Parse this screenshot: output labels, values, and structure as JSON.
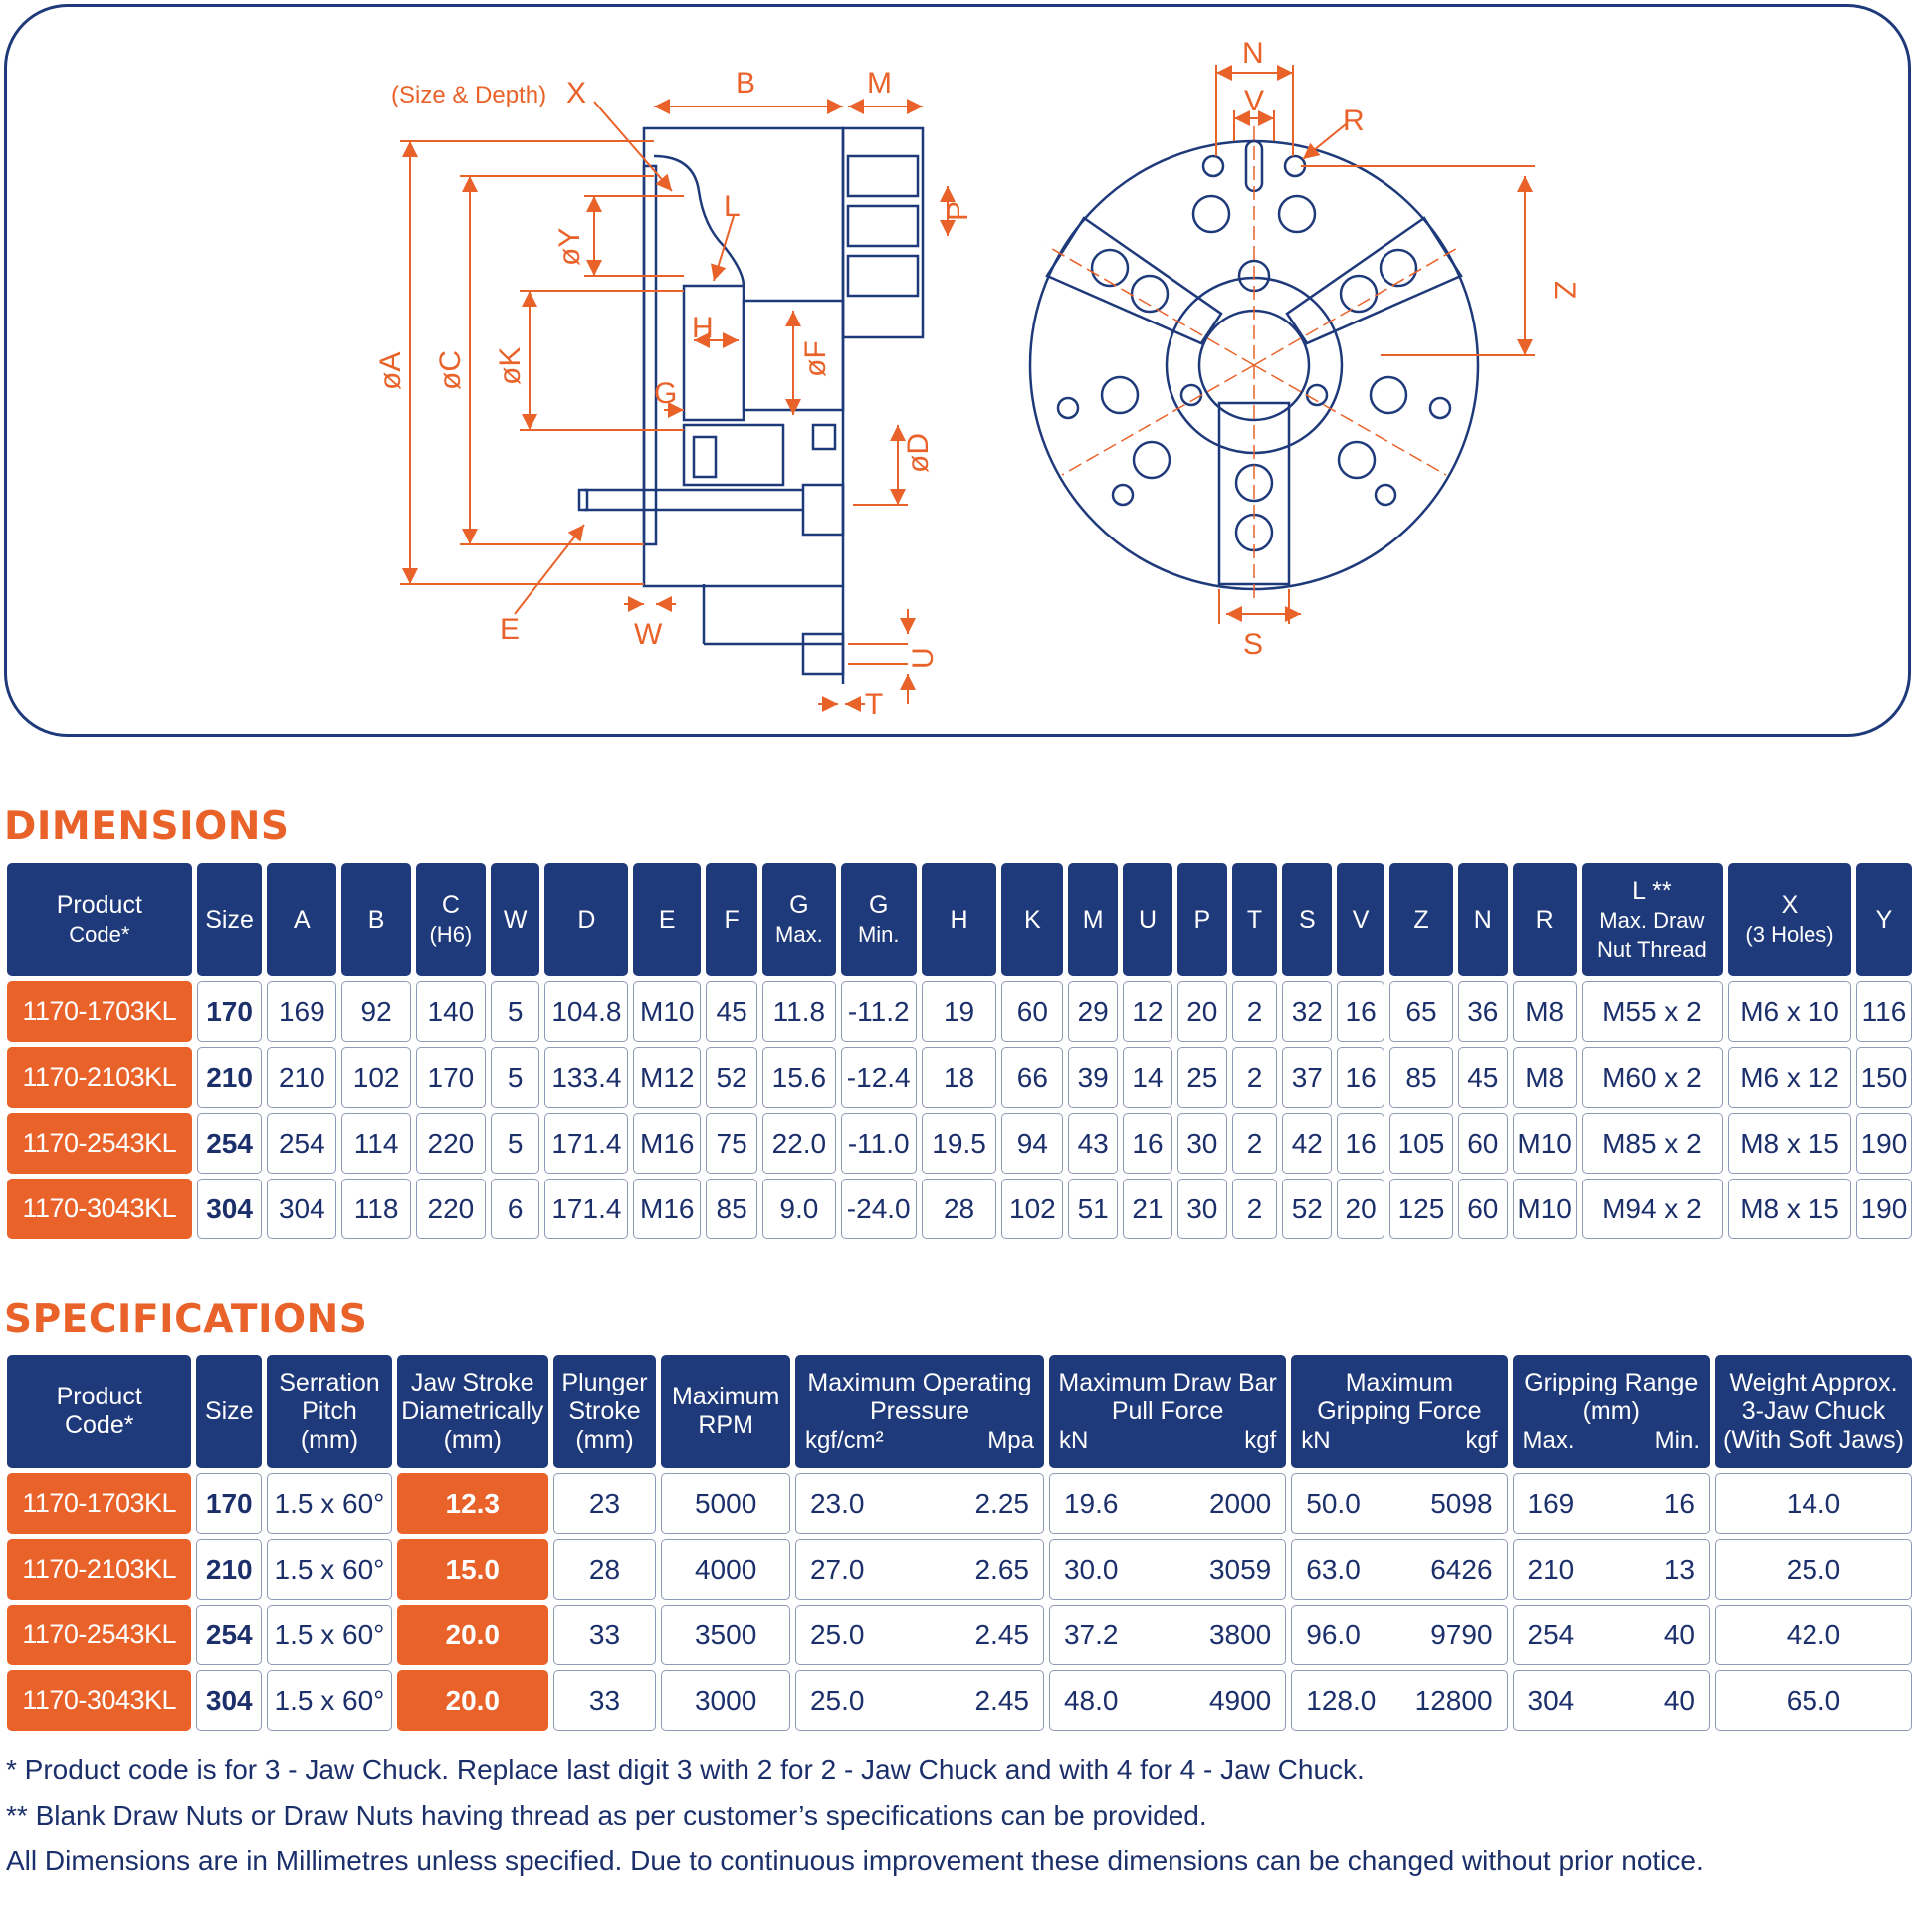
{
  "drawing": {
    "labels": {
      "size_depth": "(Size & Depth)",
      "X": "X",
      "B": "B",
      "M": "M",
      "L": "L",
      "P": "P",
      "Y": "øY",
      "A": "øA",
      "C": "øC",
      "K": "øK",
      "H": "H",
      "F": "øF",
      "G": "G",
      "D": "øD",
      "E": "E",
      "W": "W",
      "U": "U",
      "T": "T",
      "N": "N",
      "V": "V",
      "R": "R",
      "Z": "Z",
      "S": "S"
    }
  },
  "dimensions": {
    "title": "DIMENSIONS",
    "headers": [
      {
        "l1": "Product",
        "l2": "Code*"
      },
      {
        "l1": "Size",
        "l2": ""
      },
      {
        "l1": "A",
        "l2": ""
      },
      {
        "l1": "B",
        "l2": ""
      },
      {
        "l1": "C",
        "l2": "(H6)"
      },
      {
        "l1": "W",
        "l2": ""
      },
      {
        "l1": "D",
        "l2": ""
      },
      {
        "l1": "E",
        "l2": ""
      },
      {
        "l1": "F",
        "l2": ""
      },
      {
        "l1": "G",
        "l2": "Max."
      },
      {
        "l1": "G",
        "l2": "Min."
      },
      {
        "l1": "H",
        "l2": ""
      },
      {
        "l1": "K",
        "l2": ""
      },
      {
        "l1": "M",
        "l2": ""
      },
      {
        "l1": "U",
        "l2": ""
      },
      {
        "l1": "P",
        "l2": ""
      },
      {
        "l1": "T",
        "l2": ""
      },
      {
        "l1": "S",
        "l2": ""
      },
      {
        "l1": "V",
        "l2": ""
      },
      {
        "l1": "Z",
        "l2": ""
      },
      {
        "l1": "N",
        "l2": ""
      },
      {
        "l1": "R",
        "l2": ""
      },
      {
        "l1": "L **",
        "l2": "Max. Draw",
        "l3": "Nut Thread"
      },
      {
        "l1": "X",
        "l2": "(3 Holes)"
      },
      {
        "l1": "Y",
        "l2": ""
      }
    ],
    "rows": [
      [
        "1170-1703KL",
        "170",
        "169",
        "92",
        "140",
        "5",
        "104.8",
        "M10",
        "45",
        "11.8",
        "-11.2",
        "19",
        "60",
        "29",
        "12",
        "20",
        "2",
        "32",
        "16",
        "65",
        "36",
        "M8",
        "M55 x 2",
        "M6 x 10",
        "116"
      ],
      [
        "1170-2103KL",
        "210",
        "210",
        "102",
        "170",
        "5",
        "133.4",
        "M12",
        "52",
        "15.6",
        "-12.4",
        "18",
        "66",
        "39",
        "14",
        "25",
        "2",
        "37",
        "16",
        "85",
        "45",
        "M8",
        "M60 x 2",
        "M6 x 12",
        "150"
      ],
      [
        "1170-2543KL",
        "254",
        "254",
        "114",
        "220",
        "5",
        "171.4",
        "M16",
        "75",
        "22.0",
        "-11.0",
        "19.5",
        "94",
        "43",
        "16",
        "30",
        "2",
        "42",
        "16",
        "105",
        "60",
        "M10",
        "M85 x 2",
        "M8 x 15",
        "190"
      ],
      [
        "1170-3043KL",
        "304",
        "304",
        "118",
        "220",
        "6",
        "171.4",
        "M16",
        "85",
        "9.0",
        "-24.0",
        "28",
        "102",
        "51",
        "21",
        "30",
        "2",
        "52",
        "20",
        "125",
        "60",
        "M10",
        "M94 x 2",
        "M8 x 15",
        "190"
      ]
    ]
  },
  "specifications": {
    "title": "SPECIFICATIONS",
    "headers": {
      "code": {
        "l1": "Product",
        "l2": "Code*"
      },
      "size": "Size",
      "pitch": {
        "l1": "Serration",
        "l2": "Pitch",
        "l3": "(mm)"
      },
      "stroke": {
        "l1": "Jaw Stroke",
        "l2": "Diametrically",
        "l3": "(mm)"
      },
      "plunger": {
        "l1": "Plunger",
        "l2": "Stroke",
        "l3": "(mm)"
      },
      "rpm": {
        "l1": "Maximum",
        "l2": "RPM"
      },
      "pressure": {
        "l1": "Maximum Operating",
        "l2": "Pressure",
        "u1": "kgf/cm²",
        "u2": "Mpa"
      },
      "pull": {
        "l1": "Maximum Draw Bar",
        "l2": "Pull Force",
        "u1": "kN",
        "u2": "kgf"
      },
      "grip": {
        "l1": "Maximum",
        "l2": "Gripping Force",
        "u1": "kN",
        "u2": "kgf"
      },
      "range": {
        "l1": "Gripping Range",
        "l2": "(mm)",
        "u1": "Max.",
        "u2": "Min."
      },
      "weight": {
        "l1": "Weight Approx.",
        "l2": "3-Jaw Chuck",
        "l3": "(With Soft Jaws)"
      }
    },
    "rows": [
      {
        "code": "1170-1703KL",
        "size": "170",
        "pitch": "1.5 x 60°",
        "stroke": "12.3",
        "plunger": "23",
        "rpm": "5000",
        "p1": "23.0",
        "p2": "2.25",
        "f1": "19.6",
        "f2": "2000",
        "g1": "50.0",
        "g2": "5098",
        "r1": "169",
        "r2": "16",
        "weight": "14.0"
      },
      {
        "code": "1170-2103KL",
        "size": "210",
        "pitch": "1.5 x 60°",
        "stroke": "15.0",
        "plunger": "28",
        "rpm": "4000",
        "p1": "27.0",
        "p2": "2.65",
        "f1": "30.0",
        "f2": "3059",
        "g1": "63.0",
        "g2": "6426",
        "r1": "210",
        "r2": "13",
        "weight": "25.0"
      },
      {
        "code": "1170-2543KL",
        "size": "254",
        "pitch": "1.5 x 60°",
        "stroke": "20.0",
        "plunger": "33",
        "rpm": "3500",
        "p1": "25.0",
        "p2": "2.45",
        "f1": "37.2",
        "f2": "3800",
        "g1": "96.0",
        "g2": "9790",
        "r1": "254",
        "r2": "40",
        "weight": "42.0"
      },
      {
        "code": "1170-3043KL",
        "size": "304",
        "pitch": "1.5 x 60°",
        "stroke": "20.0",
        "plunger": "33",
        "rpm": "3000",
        "p1": "25.0",
        "p2": "2.45",
        "f1": "48.0",
        "f2": "4900",
        "g1": "128.0",
        "g2": "12800",
        "r1": "304",
        "r2": "40",
        "weight": "65.0"
      }
    ]
  },
  "notes": [
    "* Product code is for 3 - Jaw Chuck. Replace last digit 3 with 2 for 2 - Jaw Chuck and with 4 for 4 - Jaw Chuck.",
    "** Blank Draw Nuts or Draw Nuts having thread as per customer’s specifications can be provided.",
    "All Dimensions are in Millimetres unless specified. Due to continuous improvement these dimensions can be changed without prior notice."
  ],
  "colors": {
    "navy": "#1f3a7a",
    "orange": "#e9622a",
    "text": "#1b2f6b"
  }
}
